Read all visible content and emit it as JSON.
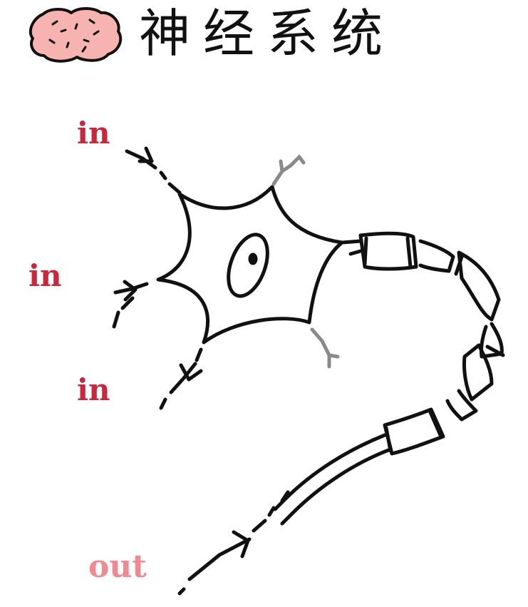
{
  "title": "神经系统",
  "labels": {
    "in_top": "in",
    "in_middle": "in",
    "in_bottom": "in",
    "out": "out"
  },
  "colors": {
    "ink": "#111111",
    "in_label": "#c8283c",
    "out_label": "#ef8a92",
    "brain_fill": "#f6b3b0",
    "faded_dendrite": "#8a8a8a"
  },
  "icons": {
    "title_icon": "brain-icon"
  }
}
